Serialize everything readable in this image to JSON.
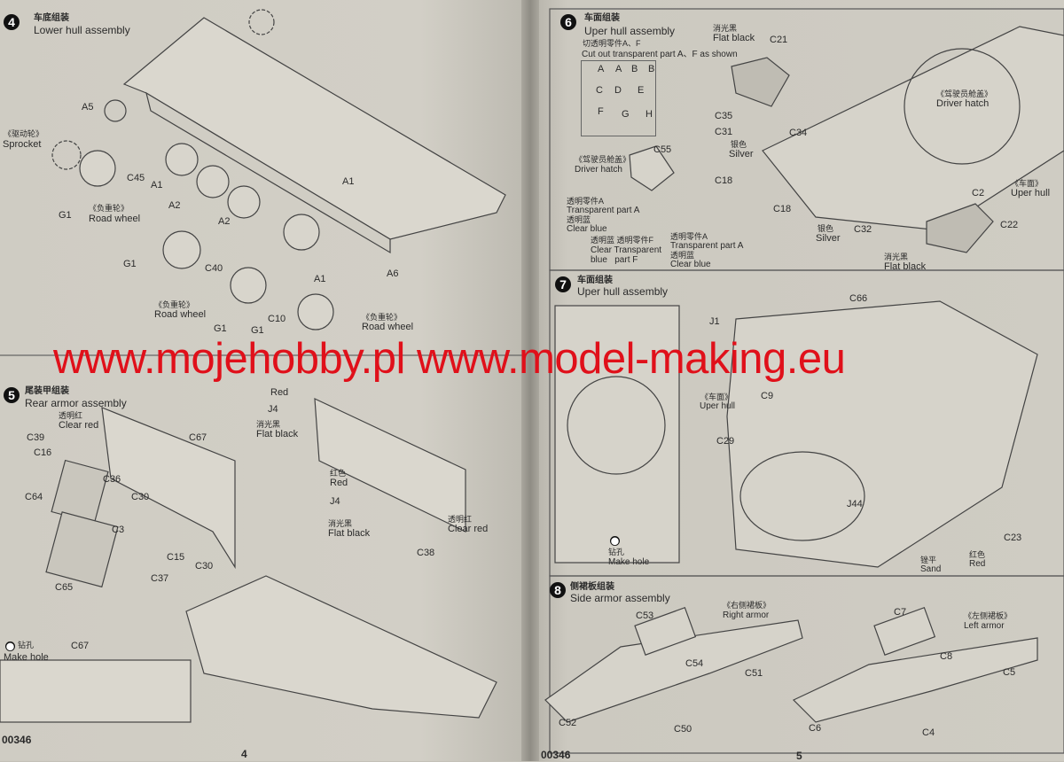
{
  "watermark": "www.mojehobby.pl www.model-making.eu",
  "left_page": {
    "page_code": "00346",
    "page_number": "4",
    "step4": {
      "number": "4",
      "title_cn": "车底组装",
      "title_en": "Lower hull assembly",
      "labels": {
        "a5": "A5",
        "sprocket_cn": "《驱动轮》",
        "sprocket": "Sprocket",
        "g1_a": "G1",
        "rw_cn_a": "《负重轮》",
        "rw_a": "Road wheel",
        "c45": "C45",
        "a1_a": "A1",
        "a2_a": "A2",
        "a1_b": "A1",
        "a2_b": "A2",
        "g1_b": "G1",
        "c40": "C40",
        "a1_c": "A1",
        "a6": "A6",
        "rw_cn_b": "《负重轮》",
        "rw_b": "Road wheel",
        "g1_c": "G1",
        "c10": "C10",
        "g1_d": "G1",
        "rw_cn_c": "《负重轮》",
        "rw_c": "Road wheel"
      }
    },
    "step5": {
      "number": "5",
      "title_cn": "尾装甲组装",
      "title_en": "Rear armor assembly",
      "labels": {
        "clear_red_cn_a": "透明红",
        "clear_red_a": "Clear red",
        "c39": "C39",
        "c16": "C16",
        "c64": "C64",
        "c36": "C36",
        "c30_a": "C30",
        "c3": "C3",
        "c15": "C15",
        "c30_b": "C30",
        "c37": "C37",
        "c65": "C65",
        "c67_a": "C67",
        "red_a": "Red",
        "j4_a": "J4",
        "flat_black_cn_a": "消光黑",
        "flat_black_a": "Flat black",
        "red_cn_b": "红色",
        "red_b": "Red",
        "j4_b": "J4",
        "flat_black_cn_b": "消光黑",
        "flat_black_b": "Flat black",
        "clear_red_cn_b": "透明红",
        "clear_red_b": "Clear red",
        "c38": "C38",
        "make_hole_cn": "钻孔",
        "make_hole": "Make hole",
        "c67_b": "C67"
      }
    }
  },
  "right_page": {
    "page_code": "00346",
    "page_number": "5",
    "step6": {
      "number": "6",
      "title_cn": "车面组装",
      "title_en": "Uper hull assembly",
      "cut_cn": "切透明零件A、F",
      "cut_en": "Cut out transparent part A、F as shown",
      "cut_letters": [
        "A",
        "A",
        "B",
        "B",
        "C",
        "D",
        "E",
        "F",
        "G",
        "H"
      ],
      "labels": {
        "flat_black_cn_a": "消光黑",
        "flat_black_a": "Flat black",
        "c21": "C21",
        "dh_cn_a": "《驾驶员舱盖》",
        "dh_a": "Driver hatch",
        "c35": "C35",
        "c31": "C31",
        "silver_cn_a": "银色",
        "silver_a": "Silver",
        "c18_a": "C18",
        "c34": "C34",
        "c18_b": "C18",
        "c2": "C2",
        "uh_cn": "《车面》",
        "uh": "Uper hull",
        "silver_cn_b": "银色",
        "silver_b": "Silver",
        "c32": "C32",
        "c22": "C22",
        "flat_black_cn_b": "消光黑",
        "flat_black_b": "Flat black",
        "c55": "C55",
        "dh_cn_b": "《驾驶员舱盖》",
        "dh_b": "Driver hatch",
        "tpa_cn_a": "透明零件A",
        "tpa_a": "Transparent part A",
        "cb_cn_a": "透明蓝",
        "cb_a": "Clear blue",
        "ctbf_cn": "透明蓝 透明零件F",
        "ctbf_1": "Clear Transparent",
        "ctbf_2": "blue   part F",
        "tpa_cn_b": "透明零件A",
        "tpa_b": "Transparent part A",
        "cb_cn_b": "透明蓝",
        "cb_b": "Clear blue"
      }
    },
    "step7": {
      "number": "7",
      "title_cn": "车面组装",
      "title_en": "Uper hull assembly",
      "labels": {
        "c66": "C66",
        "j1": "J1",
        "uh_cn": "《车面》",
        "uh": "Uper hull",
        "c9": "C9",
        "c29": "C29",
        "j44": "J44",
        "c23": "C23",
        "red_cn": "红色",
        "red": "Red",
        "sand_cn": "锉平",
        "sand": "Sand",
        "make_hole_cn": "钻孔",
        "make_hole": "Make hole"
      }
    },
    "step8": {
      "number": "8",
      "title_cn": "侧裙板组装",
      "title_en": "Side armor assembly",
      "labels": {
        "c53": "C53",
        "ra_cn": "《右侧裙板》",
        "ra": "Right armor",
        "c7": "C7",
        "la_cn": "《左侧裙板》",
        "la": "Left armor",
        "c54": "C54",
        "c8": "C8",
        "c51": "C51",
        "c5": "C5",
        "c52": "C52",
        "c50": "C50",
        "c6": "C6",
        "c4": "C4"
      }
    }
  }
}
